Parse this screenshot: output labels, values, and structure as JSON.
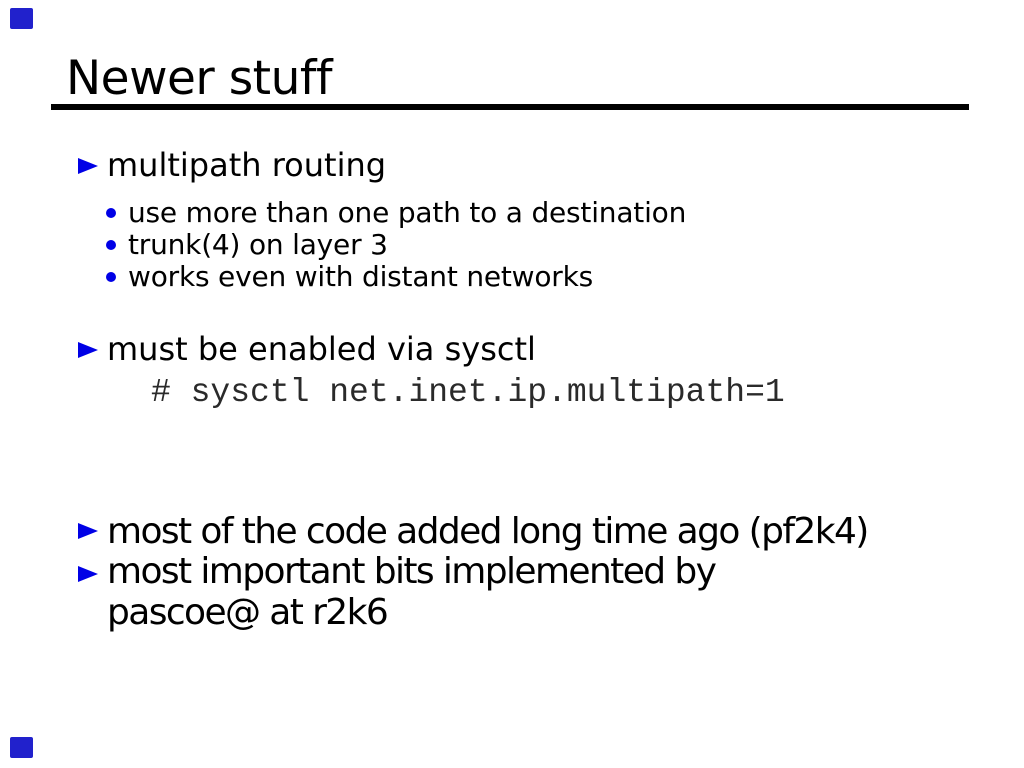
{
  "slide": {
    "title": "Newer stuff",
    "bullets": [
      {
        "text": "multipath routing",
        "subitems": [
          "use more than one path to a destination",
          "trunk(4) on layer 3",
          "works even with distant networks"
        ]
      },
      {
        "text": "must be enabled via sysctl",
        "code": "# sysctl net.inet.ip.multipath=1"
      },
      {
        "text": "most of the code added long time ago (pf2k4)"
      },
      {
        "text": "most important bits implemented by pascoe@ at r2k6"
      }
    ],
    "colors": {
      "accent_blue": "#0000e6",
      "corner_marker_blue": "#2121cc",
      "text": "#000000",
      "code_text": "#2a2a2a",
      "rule": "#000000",
      "background": "#ffffff"
    }
  }
}
